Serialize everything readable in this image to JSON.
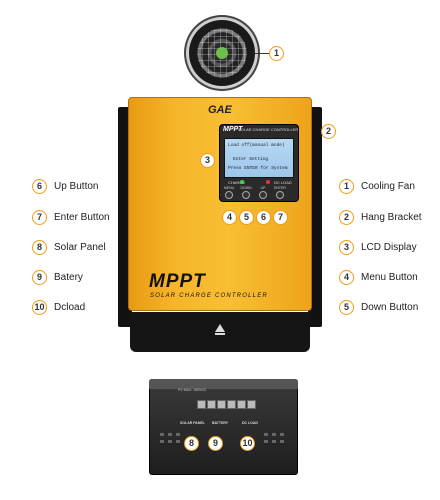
{
  "colors": {
    "device_orange": "#f6b52a",
    "callout_ring": "#f29a14"
  },
  "device": {
    "logo": "GAE",
    "lcd_title": "MPPT",
    "lcd_subtitle": "SOLAR CHARGE CONTROLLER",
    "lcd_lines": [
      "Load off(manual mode)",
      "Enter Setting",
      "Press ENTER for System"
    ],
    "charge_label": "CHARGE",
    "dc_load_label": "DC LOAD",
    "buttons": [
      "MENU",
      "DOWN",
      "UP",
      "ENTER"
    ],
    "brand_text": "MPPT",
    "brand_subtext": "SOLAR CHARGE CONTROLLER",
    "terminal_pv_label": "PV MAX: 150VDC",
    "terminal_labels": [
      "SOLAR PANEL",
      "BATTERY",
      "DC LOAD"
    ]
  },
  "callouts_right": [
    {
      "num": "1",
      "label": "Cooling Fan"
    },
    {
      "num": "2",
      "label": "Hang Bracket"
    },
    {
      "num": "3",
      "label": "LCD Display"
    },
    {
      "num": "4",
      "label": "Menu Button"
    },
    {
      "num": "5",
      "label": "Down Button"
    }
  ],
  "callouts_left": [
    {
      "num": "6",
      "label": "Up Button"
    },
    {
      "num": "7",
      "label": "Enter Button"
    },
    {
      "num": "8",
      "label": "Solar Panel"
    },
    {
      "num": "9",
      "label": "Batery"
    },
    {
      "num": "10",
      "label": "Dcload"
    }
  ],
  "markers": {
    "fan": "1",
    "bracket": "2",
    "lcd": "3",
    "menu": "4",
    "down": "5",
    "up": "6",
    "enter": "7",
    "solar": "8",
    "battery": "9",
    "dcload": "10"
  }
}
